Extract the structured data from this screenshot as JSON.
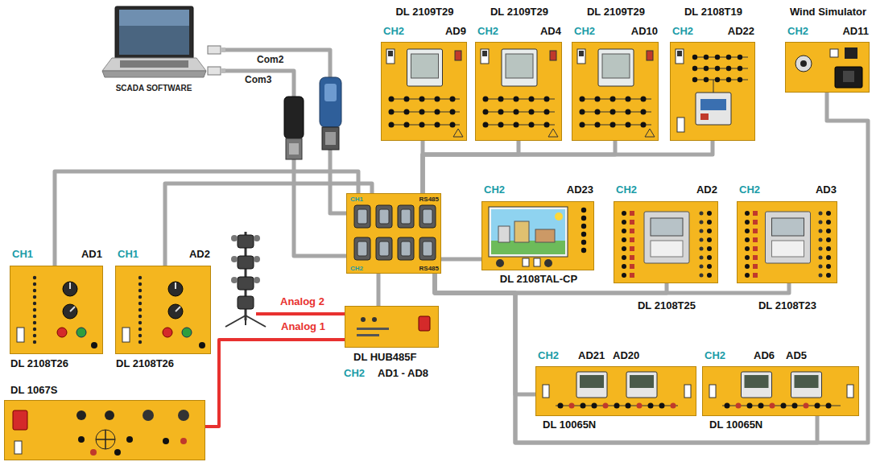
{
  "diagram": {
    "nodes": [
      {
        "text": [
          "SCADA SOFTWARE"
        ]
      },
      {
        "text": [
          "DL 2109T29",
          "CH2",
          "AD9"
        ]
      },
      {
        "text": [
          "DL 2109T29",
          "CH2",
          "AD4"
        ]
      },
      {
        "text": [
          "DL 2109T29",
          "CH2",
          "AD10"
        ]
      },
      {
        "text": [
          "DL 2108T19",
          "CH2",
          "AD22"
        ]
      },
      {
        "text": [
          "Wind Simulator",
          "CH2",
          "AD11"
        ]
      },
      {
        "text": [
          "CH1",
          "RS485",
          "CH2",
          "RS485"
        ]
      },
      {
        "text": [
          "CH2",
          "AD23",
          "DL 2108TAL-CP"
        ]
      },
      {
        "text": [
          "CH2",
          "AD2",
          "DL 2108T25"
        ]
      },
      {
        "text": [
          "CH2",
          "AD3",
          "DL 2108T23"
        ]
      },
      {
        "text": [
          "CH1",
          "AD1",
          "DL 2108T26"
        ]
      },
      {
        "text": [
          "CH1",
          "AD2",
          "DL 2108T26"
        ]
      },
      {
        "text": [
          "DL HUB485F",
          "CH2",
          "AD1 - AD8"
        ]
      },
      {
        "text": [
          "DL 1067S"
        ]
      },
      {
        "text": [
          "CH2",
          "AD21",
          "AD20",
          "DL 10065N"
        ]
      },
      {
        "text": [
          "CH2",
          "AD6",
          "AD5",
          "DL 10065N"
        ]
      }
    ],
    "edges": [
      {
        "from": 0,
        "to": 6,
        "label": "Com2",
        "arrow": "none"
      },
      {
        "from": 0,
        "to": 6,
        "label": "Com3",
        "arrow": "none"
      },
      {
        "from": 6,
        "to": 1,
        "arrow": "none"
      },
      {
        "from": 6,
        "to": 2,
        "arrow": "none"
      },
      {
        "from": 6,
        "to": 3,
        "arrow": "none"
      },
      {
        "from": 6,
        "to": 4,
        "arrow": "none"
      },
      {
        "from": 6,
        "to": 5,
        "arrow": "none"
      },
      {
        "from": 6,
        "to": 7,
        "arrow": "none"
      },
      {
        "from": 6,
        "to": 8,
        "arrow": "none"
      },
      {
        "from": 6,
        "to": 9,
        "arrow": "none"
      },
      {
        "from": 6,
        "to": 10,
        "arrow": "none"
      },
      {
        "from": 6,
        "to": 11,
        "arrow": "none"
      },
      {
        "from": 6,
        "to": 12,
        "arrow": "none"
      },
      {
        "from": 6,
        "to": 14,
        "arrow": "none"
      },
      {
        "from": 6,
        "to": 15,
        "arrow": "none"
      },
      {
        "from": 13,
        "to": 12,
        "label": "Analog 1",
        "arrow": "none"
      }
    ],
    "labels": [
      "Analog 2"
    ]
  }
}
